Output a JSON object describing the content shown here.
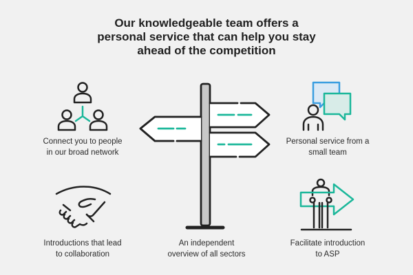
{
  "title": {
    "lines": [
      "Our knowledgeable team offers a",
      "personal service that can help you stay",
      "ahead of the competition"
    ]
  },
  "features": [
    {
      "icon": "people-network-icon",
      "lines": [
        "Connect you to people",
        "in our broad network"
      ]
    },
    {
      "icon": "chat-person-icon",
      "lines": [
        "Personal service from a",
        "small team"
      ]
    },
    {
      "icon": "handshake-icon",
      "lines": [
        "Introductions that lead",
        "to collaboration"
      ]
    },
    {
      "icon": "signpost-icon",
      "lines": [
        "An independent",
        "overview of all sectors"
      ]
    },
    {
      "icon": "person-arrow-icon",
      "lines": [
        "Facilitate introduction",
        "to ASP"
      ]
    }
  ],
  "colors": {
    "accent_teal": "#1bb79a",
    "accent_blue": "#3a9ee0",
    "stroke": "#222222",
    "background": "#f1f1f1"
  }
}
